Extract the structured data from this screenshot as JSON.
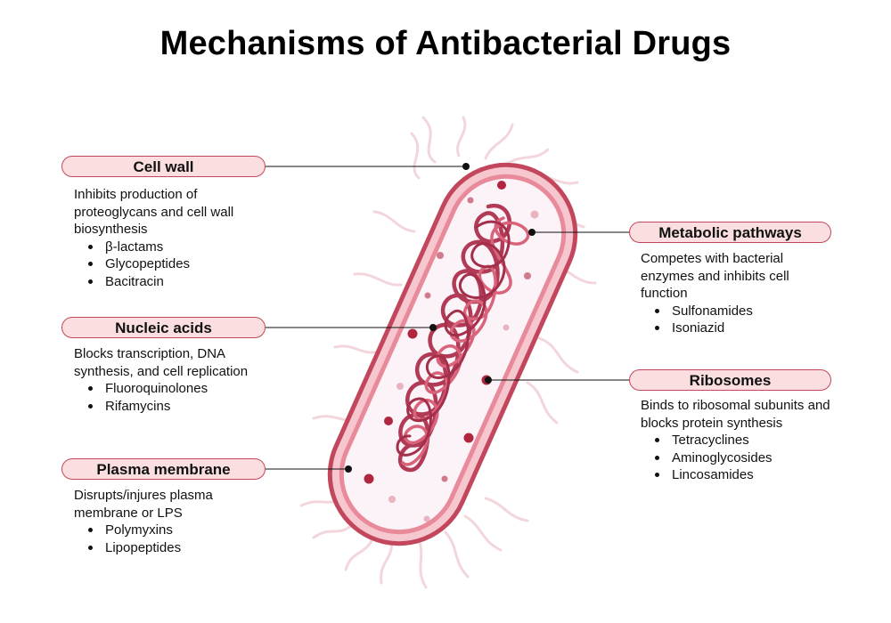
{
  "title": "Mechanisms of Antibacterial Drugs",
  "colors": {
    "label_fill": "#fbdfe0",
    "label_border": "#c2475c",
    "membrane_outer": "#c2475c",
    "membrane_inner": "#e88a9a",
    "cytoplasm": "#fbf3f7",
    "dna": "#b13a56",
    "ribosome": "#b0263f",
    "flagella": "#f2d6dc"
  },
  "labels": {
    "cell_wall": {
      "name": "Cell wall",
      "description": "Inhibits production of proteoglycans and cell wall biosynthesis",
      "drugs": [
        "β-lactams",
        "Glycopeptides",
        "Bacitracin"
      ]
    },
    "nucleic_acids": {
      "name": "Nucleic acids",
      "description": "Blocks transcription, DNA synthesis, and cell replication",
      "drugs": [
        "Fluoroquinolones",
        "Rifamycins"
      ]
    },
    "plasma_membrane": {
      "name": "Plasma membrane",
      "description": "Disrupts/injures plasma membrane or LPS",
      "drugs": [
        "Polymyxins",
        "Lipopeptides"
      ]
    },
    "metabolic_pathways": {
      "name": "Metabolic pathways",
      "description": "Competes with bacterial enzymes and inhibits cell function",
      "drugs": [
        "Sulfonamides",
        "Isoniazid"
      ]
    },
    "ribosomes": {
      "name": "Ribosomes",
      "description": "Binds to ribosomal subunits and blocks protein synthesis",
      "drugs": [
        "Tetracyclines",
        "Aminoglycosides",
        "Lincosamides"
      ]
    }
  }
}
